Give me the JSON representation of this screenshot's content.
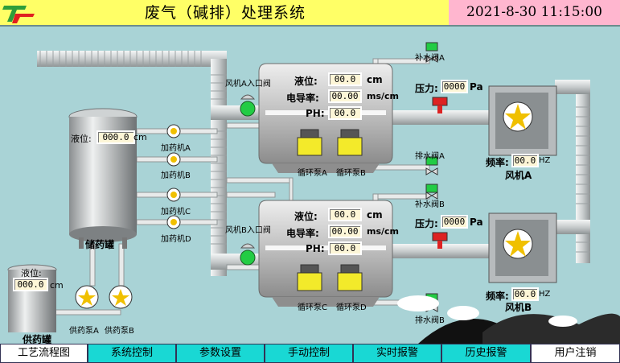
{
  "header": {
    "title": "废气（碱排）处理系统",
    "datetime": "2021-8-30  11:15:00"
  },
  "storage_tank": {
    "name": "储药罐",
    "level_label": "液位:",
    "level_value": "000.0",
    "unit": "cm"
  },
  "supply_tank": {
    "name": "供药罐",
    "level_label": "液位:",
    "level_value": "000.0",
    "unit": "cm"
  },
  "supply_pumps": {
    "a": "供药泵A",
    "b": "供药泵B"
  },
  "dosers": {
    "a": "加药机A",
    "b": "加药机B",
    "c": "加药机C",
    "d": "加药机D"
  },
  "unit_a": {
    "inlet_valve": "风机A入口阀",
    "level_label": "液位:",
    "level_value": "00.0",
    "level_unit": "cm",
    "cond_label": "电导率:",
    "cond_value": "00.00",
    "cond_unit": "ms/cm",
    "ph_label": "PH:",
    "ph_value": "00.0",
    "pump1": "循环泵A",
    "pump2": "循环泵B",
    "fill_valve": "补水阀A",
    "drain_valve": "排水阀A",
    "pressure_label": "压力:",
    "pressure_value": "0000",
    "pressure_unit": "Pa",
    "freq_label": "频率:",
    "freq_value": "00.0",
    "freq_unit": "HZ",
    "fan": "风机A"
  },
  "unit_b": {
    "inlet_valve": "风机B入口阀",
    "level_label": "液位:",
    "level_value": "00.0",
    "level_unit": "cm",
    "cond_label": "电导率:",
    "cond_value": "00.00",
    "cond_unit": "ms/cm",
    "ph_label": "PH:",
    "ph_value": "00.0",
    "pump1": "循环泵C",
    "pump2": "循环泵D",
    "fill_valve": "补水阀B",
    "drain_valve": "排水阀B",
    "pressure_label": "压力:",
    "pressure_value": "0000",
    "pressure_unit": "Pa",
    "freq_label": "频率:",
    "freq_value": "00.0",
    "freq_unit": "HZ",
    "fan": "风机B"
  },
  "nav": [
    {
      "label": "工艺流程图"
    },
    {
      "label": "系统控制"
    },
    {
      "label": "参数设置"
    },
    {
      "label": "手动控制"
    },
    {
      "label": "实时报警"
    },
    {
      "label": "历史报警"
    },
    {
      "label": "用户注销"
    }
  ],
  "colors": {
    "header_bg": "#ffff66",
    "datetime_bg": "#ffb6cf",
    "background": "#a9d3d6",
    "nav_bg": "#19d8d4",
    "nav_active": "#ffffff",
    "value_bg": "#fdf6d7",
    "valve_green": "#22cc44",
    "pipe": "#c9cdcf"
  }
}
